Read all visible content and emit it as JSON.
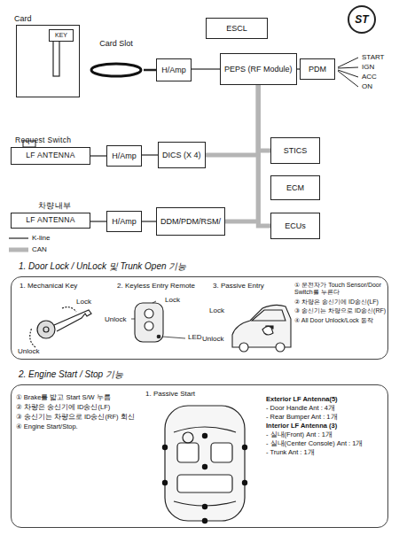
{
  "diagram": {
    "nodes": [
      {
        "text": [
          "Card"
        ]
      },
      {
        "text": [
          "KEY"
        ],
        "in": 0
      },
      {
        "text": [
          "ESCL"
        ]
      },
      {
        "text": [
          "ST"
        ]
      },
      {
        "text": [
          "Card Slot"
        ]
      },
      {
        "text": [
          "H/Amp"
        ]
      },
      {
        "text": [
          "PEPS (RF Module)"
        ]
      },
      {
        "text": [
          "PDM"
        ]
      },
      {
        "text": [
          "Request Switch",
          "LF ANTENNA"
        ]
      },
      {
        "text": [
          "H/Amp"
        ]
      },
      {
        "text": [
          "DICS (X 4)"
        ]
      },
      {
        "text": [
          "STICS"
        ]
      },
      {
        "text": [
          "ECM"
        ]
      },
      {
        "text": [
          "차량내부",
          "LF ANTENNA"
        ]
      },
      {
        "text": [
          "H/Amp"
        ]
      },
      {
        "text": [
          "DDM/PDM/RSM/"
        ]
      },
      {
        "text": [
          "ECUs"
        ]
      },
      {
        "text": [
          "1. Door Lock / UnLock 및 Trunk Open 기능"
        ]
      },
      {
        "text": [
          "2. Engine Start / Stop 기능"
        ]
      }
    ],
    "edges": [
      {
        "from": 4,
        "to": 5,
        "arrow": "none"
      },
      {
        "from": 5,
        "to": 6,
        "arrow": "none"
      },
      {
        "from": 6,
        "to": 7,
        "arrow": "none"
      },
      {
        "from": 8,
        "to": 9,
        "arrow": "none"
      },
      {
        "from": 9,
        "to": 10,
        "arrow": "none"
      },
      {
        "from": 13,
        "to": 14,
        "arrow": "none"
      },
      {
        "from": 14,
        "to": 15,
        "arrow": "none"
      },
      {
        "from": 6,
        "to": 10,
        "arrow": "none"
      },
      {
        "from": 6,
        "to": 11,
        "arrow": "none"
      },
      {
        "from": 6,
        "to": 16,
        "arrow": "none"
      },
      {
        "from": 6,
        "to": 15,
        "arrow": "none"
      }
    ],
    "labels": [
      "START",
      "IGN",
      "ACC",
      "ON",
      "1. Mechanical Key",
      "Lock",
      "Unlock",
      "2. Keyless Entry Remote",
      "Lock",
      "Unlock",
      "LED",
      "3. Passive Entry",
      "Lock",
      "Unlock",
      "① 운전자가 Touch Sensor/Door Switch를 누른다",
      "② 차량은 송신기에 ID송신(LF)",
      "③ 송신기는 차량으로 ID송신(RF)",
      "④ All Door Unlock/Lock 동작",
      "① Brake를 밟고 Start S/W 누름",
      "② 차량은 송신기에 ID송신(LF)",
      "③ 송신기는 차량으로 ID송신(RF) 회신",
      "④ Engine Start/Stop.",
      "1. Passive Start",
      "Exterior LF Antenna(5)",
      "- Door Handle Ant : 4개",
      "- Rear Bumper Ant : 1개",
      "Interior LF Antenna (3)",
      "- 실내(Front) Ant : 1개",
      "- 실내(Center Console) Ant : 1개",
      "- Trunk Ant : 1개"
    ],
    "legend": [
      {
        "text": "K-line"
      },
      {
        "text": "CAN"
      }
    ]
  }
}
